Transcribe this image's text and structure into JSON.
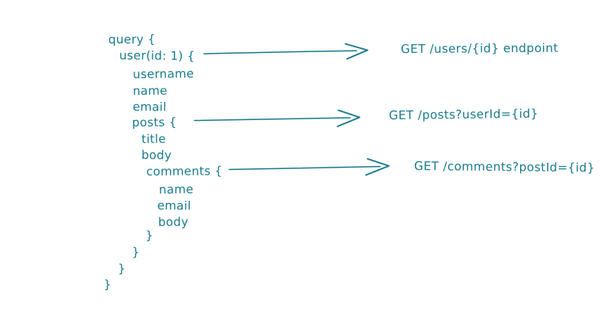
{
  "colors": {
    "ink": "#187a8c",
    "background": "#ffffff"
  },
  "code": {
    "lines": [
      "query {",
      "user(id: 1) {",
      "username",
      "name",
      "email",
      "posts {",
      "title",
      "body",
      "comments {",
      "name",
      "email",
      "body",
      "}",
      "}",
      "}",
      "}"
    ]
  },
  "endpoints": [
    {
      "label": "GET /users/{id} endpoint"
    },
    {
      "label": "GET /posts?userId={id}"
    },
    {
      "label": "GET /comments?postId={id}"
    }
  ],
  "arrows": [
    {
      "from": "user(id: 1)",
      "to": "GET /users/{id} endpoint"
    },
    {
      "from": "posts",
      "to": "GET /posts?userId={id}"
    },
    {
      "from": "comments",
      "to": "GET /comments?postId={id}"
    }
  ]
}
